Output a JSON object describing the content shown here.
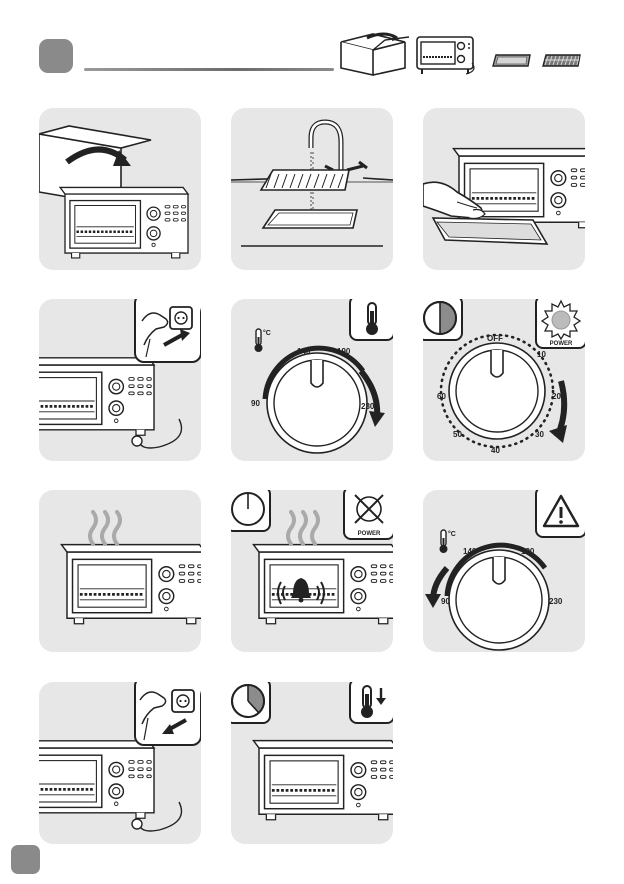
{
  "temp_dial": {
    "unit": "°C",
    "ticks": [
      "90",
      "140",
      "190",
      "230"
    ]
  },
  "timer_dial": {
    "off_label": "OFF",
    "ticks": [
      "10",
      "20",
      "30",
      "40",
      "50",
      "60"
    ]
  },
  "power_label": "POWER",
  "colors": {
    "panel_bg": "#e7e7e7",
    "badge": "#8a8a8a",
    "ink": "#222222",
    "timer_fill": "#8c8c8c"
  }
}
